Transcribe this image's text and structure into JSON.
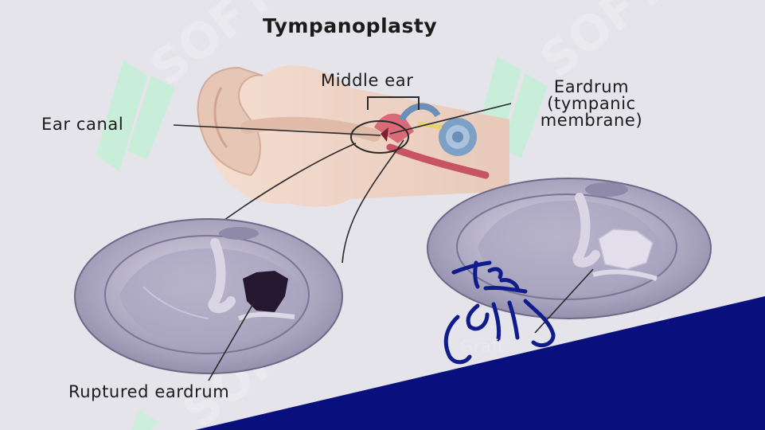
{
  "title": "Tympanoplasty",
  "labels": {
    "middle_ear": "Middle ear",
    "ear_canal": "Ear canal",
    "eardrum_line1": "Eardrum",
    "eardrum_line2": "(tympanic",
    "eardrum_line3": "membrane)",
    "ruptured": "Ruptured eardrum",
    "graft": "Graft"
  },
  "watermark_text": "SOFT",
  "colors": {
    "background": "#e4e4ea",
    "banner": "#0a0f7e",
    "watermark_green": "#c6f0d8",
    "skin": "#f2dccd",
    "membrane": "#b5b0c7",
    "cochlea": "#6a8fb8",
    "ink": "#1b1b1b",
    "handwriting": "#101c8c"
  },
  "icons": [
    "leaf-logo-icon",
    "ear-icon",
    "cochlea-icon"
  ]
}
